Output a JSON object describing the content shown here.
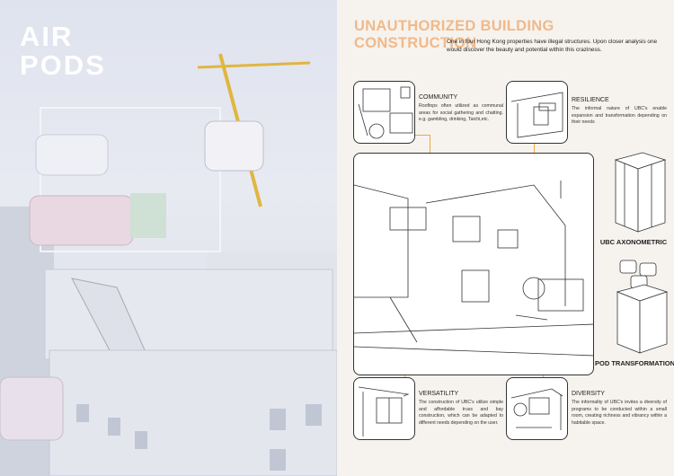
{
  "left": {
    "title_line1": "AIR",
    "title_line2": "PODS"
  },
  "header": {
    "title": "UNAUTHORIZED BUILDING CONSTRUCTION",
    "subtitle": "One in four Hong Kong properties have illegal structures. Upon closer analysis one would discover the beauty and potential within this craziness."
  },
  "cards": {
    "community": {
      "heading": "COMMUNITY",
      "text": "Rooftops often utilized as communal areas for social gathering and chatting. e.g. gambling, drinking, Taichi,etc."
    },
    "resilience": {
      "heading": "RESILIENCE",
      "text": "The informal nature of UBC's enable expansion and transformation depending on their needs"
    },
    "versatility": {
      "heading": "VERSATILITY",
      "text": "The construction of UBC's utilize simple and affordable truss and bay construction, which can be adapted to different needs depending on the user."
    },
    "diversity": {
      "heading": "DIVERSITY",
      "text": "The informality of UBC's invites a diversity of programs to be conducted within a small room, creating richness and vibrancy within a habitable space."
    }
  },
  "side": {
    "axonometric_label": "UBC AXONOMETRIC",
    "transformation_label": "POD TRANSFORMATION"
  },
  "colors": {
    "accent": "#f0a54a",
    "title": "#f0b98a",
    "background": "#f6f3ee"
  }
}
